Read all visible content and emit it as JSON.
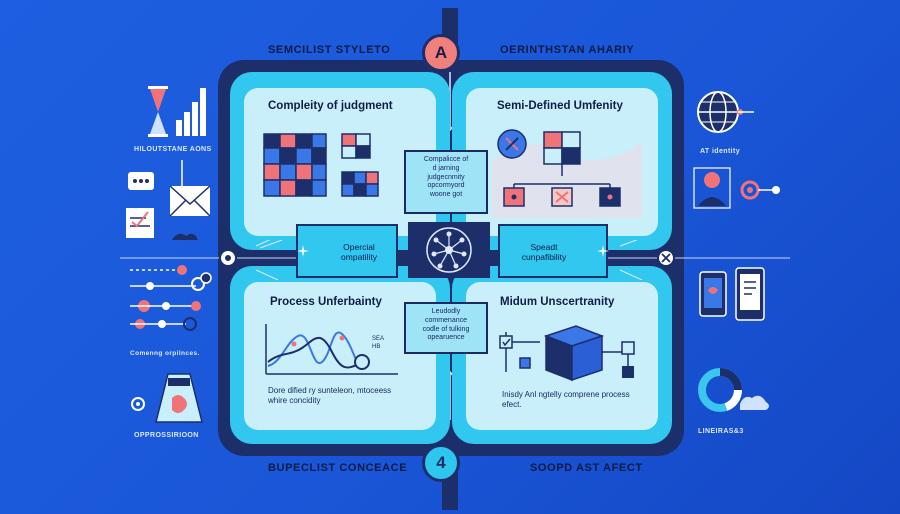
{
  "header": {
    "left_label": "SEMCILIST STYLETO",
    "right_label": "OERINTHSTAN AHARIY",
    "badge_top": "A"
  },
  "footer": {
    "left_label": "BUPECLIST CONCEACE",
    "right_label": "SOOPD AST AFECT",
    "badge_bottom": "4"
  },
  "quadrants": {
    "top_left": {
      "title": "Compleity of judgment"
    },
    "top_right": {
      "title": "Semi-Defined Umfenity"
    },
    "bottom_left": {
      "title": "Process Unferbainty",
      "caption": "Dore dified ry sunteleon, mtoceess  whire concidity",
      "note": "SEA\nHB"
    },
    "bottom_right": {
      "title": "Midum Unscertranity",
      "caption": "Inisdy Anl ngtelly comprene process efect."
    }
  },
  "center": {
    "top_box": "Compalicce of\nd jarning\njudgecnmity\nopcormyord\nwoone got",
    "bottom_box": "Leudodly\ncommenance\ncodle of tulking\nopearuence",
    "left_label": "Opercial\nompatility",
    "right_label": "Speadt\ncunpafibility"
  },
  "sides": {
    "left_top": "HILOUTSTANE AONS",
    "left_middle": "Comenng orpilnces.",
    "left_bottom": "OPPROSSIRIOON",
    "right_top": "AT identity",
    "right_bottom": "LINEIRAS&3"
  },
  "colors": {
    "background": "#1d5fe0",
    "frame": "#1d2f6b",
    "panel": "#31c7ee",
    "panel_inner": "#c9effa",
    "accent_red": "#f0737a",
    "accent_blue": "#3a78e8"
  }
}
